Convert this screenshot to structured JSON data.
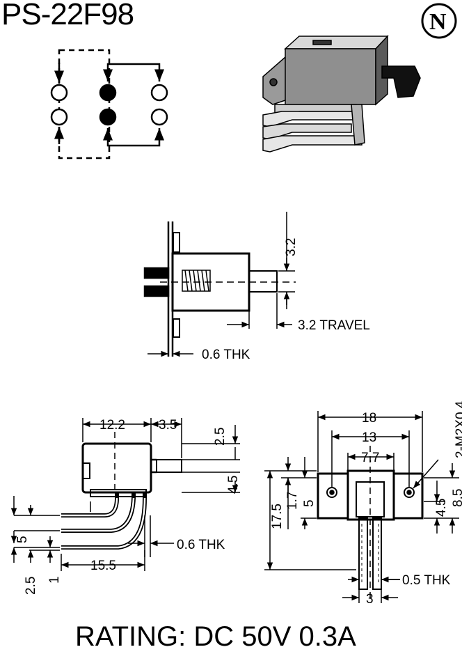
{
  "title": "PS-22F98",
  "rating": "RATING: DC 50V 0.3A",
  "logo_letter": "N",
  "front_view": {
    "height": "3.2",
    "travel": "3.2 TRAVEL",
    "thickness": "0.6 THK"
  },
  "side_view": {
    "width": "12.2",
    "actuator": "3.5",
    "top_offset": "2.5",
    "actuator_height": "4.5",
    "pin_pitch": "5",
    "pin_offset": "2.5",
    "pin_thickness_small": "1",
    "length": "15.5",
    "thickness": "0.6 THK"
  },
  "bottom_view": {
    "overall": "18",
    "mount_pitch": "13",
    "body": "7.7",
    "hole": "2-M2X0.4",
    "height_left": "5",
    "offset_left": "1.7",
    "total_height": "17.5",
    "height_right": "4.5",
    "right_total": "8.5",
    "thickness": "0.5 THK",
    "pin_pitch": "3"
  }
}
